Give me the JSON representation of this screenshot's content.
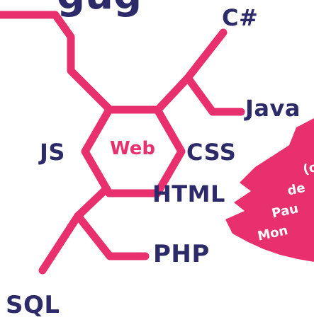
{
  "colors": {
    "accent": "#e8306f",
    "text": "#2d2a6a",
    "background": "#ffffff"
  },
  "center": "Web",
  "labels": {
    "csharp": "C#",
    "java": "Java",
    "js": "JS",
    "css": "CSS",
    "html": "HTML",
    "php": "PHP",
    "sql": "SQL"
  },
  "blob_lines": [
    "(o",
    "de",
    "Pau",
    "Mon"
  ]
}
